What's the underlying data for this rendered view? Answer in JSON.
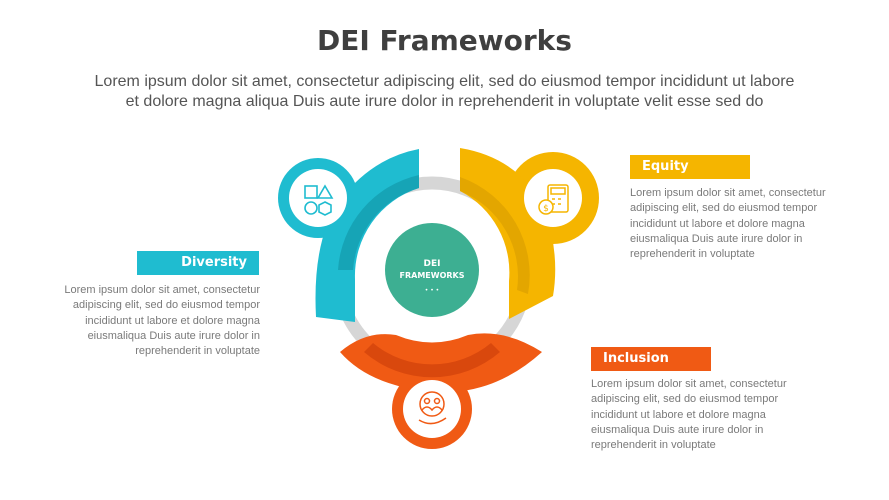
{
  "title": "DEI Frameworks",
  "subtitle_line1": "Lorem ipsum dolor sit amet, consectetur adipiscing elit, sed do eiusmod tempor incididunt ut labore",
  "subtitle_line2": "et dolore magna aliqua Duis aute irure dolor in reprehenderit in voluptate velit esse sed do",
  "center": {
    "line1": "DEI",
    "line2": "FRAMEWORKS",
    "dots": "• • •"
  },
  "items": [
    {
      "label": "Diversity",
      "color": "#1fbcd0",
      "icon": "shapes-icon",
      "desc": [
        "Lorem ipsum dolor sit amet, consectetur",
        "adipiscing elit, sed do eiusmod tempor",
        "incididunt ut labore et dolore magna",
        "eiusmaliqua Duis aute irure dolor in",
        "reprehenderit in voluptate"
      ]
    },
    {
      "label": "Equity",
      "color": "#f5b500",
      "icon": "finance-calculator-icon",
      "desc": [
        "Lorem ipsum dolor sit amet, consectetur",
        "adipiscing elit, sed do eiusmod tempor",
        "incididunt ut labore et dolore magna",
        "eiusmaliqua Duis aute irure dolor in",
        "reprehenderit in voluptate"
      ]
    },
    {
      "label": "Inclusion",
      "color": "#f05a14",
      "icon": "people-in-hand-icon",
      "desc": [
        "Lorem ipsum dolor sit amet, consectetur",
        "adipiscing elit, sed do eiusmod tempor",
        "incididunt ut labore et dolore magna",
        "eiusmaliqua Duis aute irure dolor in",
        "reprehenderit in voluptate"
      ]
    }
  ],
  "colors": {
    "center": "#3daf92",
    "ring": "#d6d6d6",
    "title": "#3f3f3f"
  }
}
